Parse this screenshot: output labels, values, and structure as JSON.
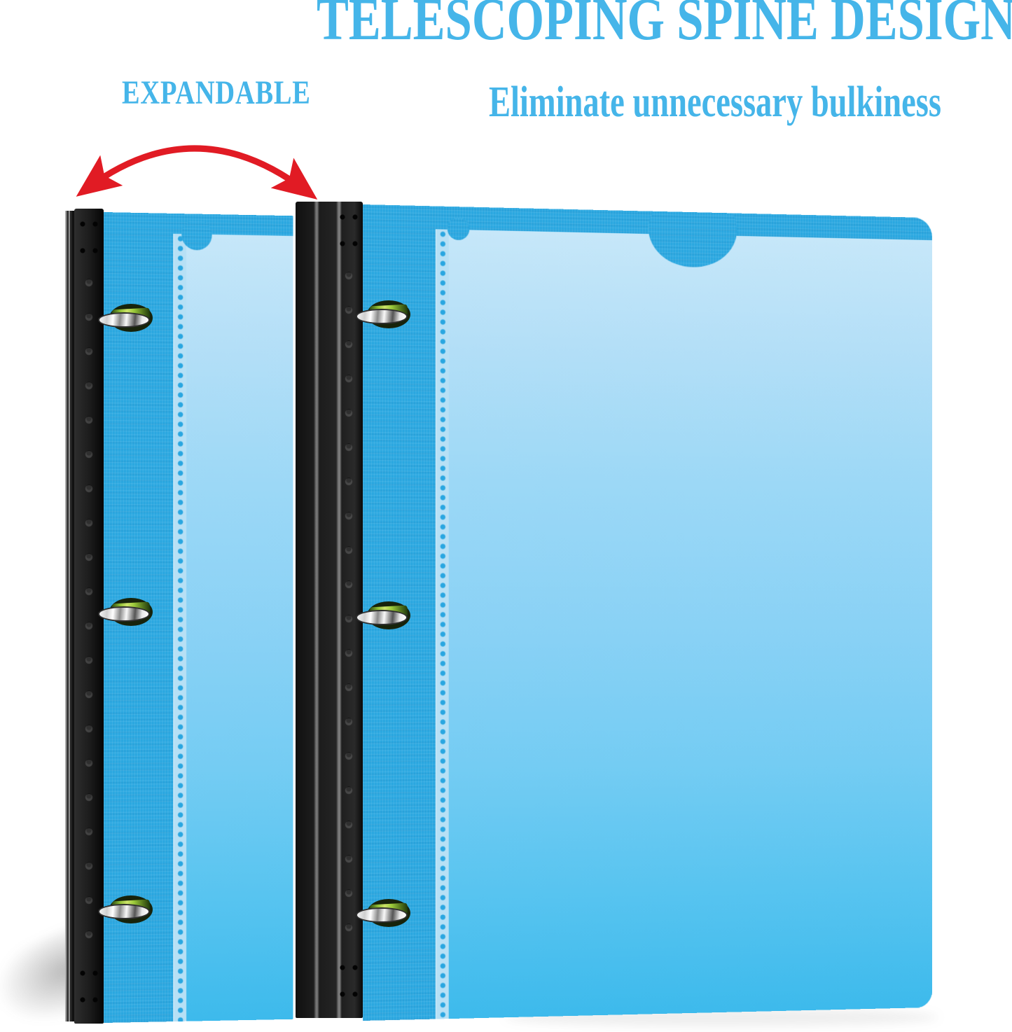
{
  "header": {
    "title": "TELESCOPING SPINE DESIGN",
    "subtitle": "Eliminate unnecessary bulkiness"
  },
  "callout": {
    "label": "EXPANDABLE",
    "arrow_description": "red double-headed curved arrow spanning collapsed to expanded spine"
  },
  "objects": {
    "left_binder": "blue binder with collapsed telescoping black spine",
    "right_binder": "blue binder with expanded telescoping black spine (three stacked spine layers)",
    "rings_per_binder": 3
  },
  "colors": {
    "heading_text": "#45b5e9",
    "arrow_red": "#e11b24",
    "binder_cover_blue": "#2aa7e0",
    "pocket_light_blue": "#b9e2f8",
    "pocket_deep_blue": "#3dbaec",
    "spine_black": "#1e1e1e",
    "ring_chrome_silver": "#e9e9e9",
    "ring_mechanism_green": "#9ccb3b",
    "background": "#ffffff"
  }
}
